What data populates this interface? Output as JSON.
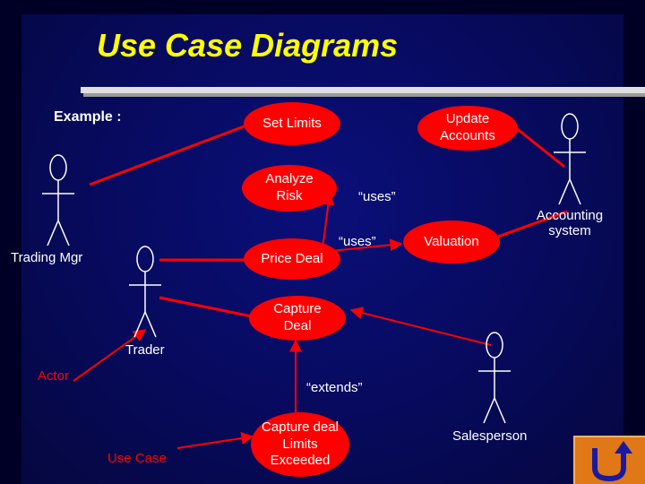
{
  "slide": {
    "title": "Use Case Diagrams",
    "example_label": "Example :",
    "colors": {
      "title": "#ffff00",
      "use_case_fill": "#ff0000",
      "text": "#ffffff",
      "background": "#070a5c",
      "button": "#e07818"
    }
  },
  "use_cases": {
    "set_limits": "Set Limits",
    "update_accounts": "Update\nAccounts",
    "analyze_risk": "Analyze\nRisk",
    "price_deal": "Price Deal",
    "valuation": "Valuation",
    "capture_deal": "Capture\nDeal",
    "capture_deal_limits": "Capture deal\nLimits\nExceeded",
    "legend": "Use Case"
  },
  "actors": {
    "trading_mgr": "Trading Mgr",
    "trader": "Trader",
    "accounting_system": "Accounting\nsystem",
    "salesperson": "Salesperson",
    "legend": "Actor"
  },
  "relations": {
    "uses_1": "“uses”",
    "uses_2": "“uses”",
    "extends": "“extends”"
  },
  "nav": {
    "return_icon": "u-turn-arrow-icon"
  }
}
